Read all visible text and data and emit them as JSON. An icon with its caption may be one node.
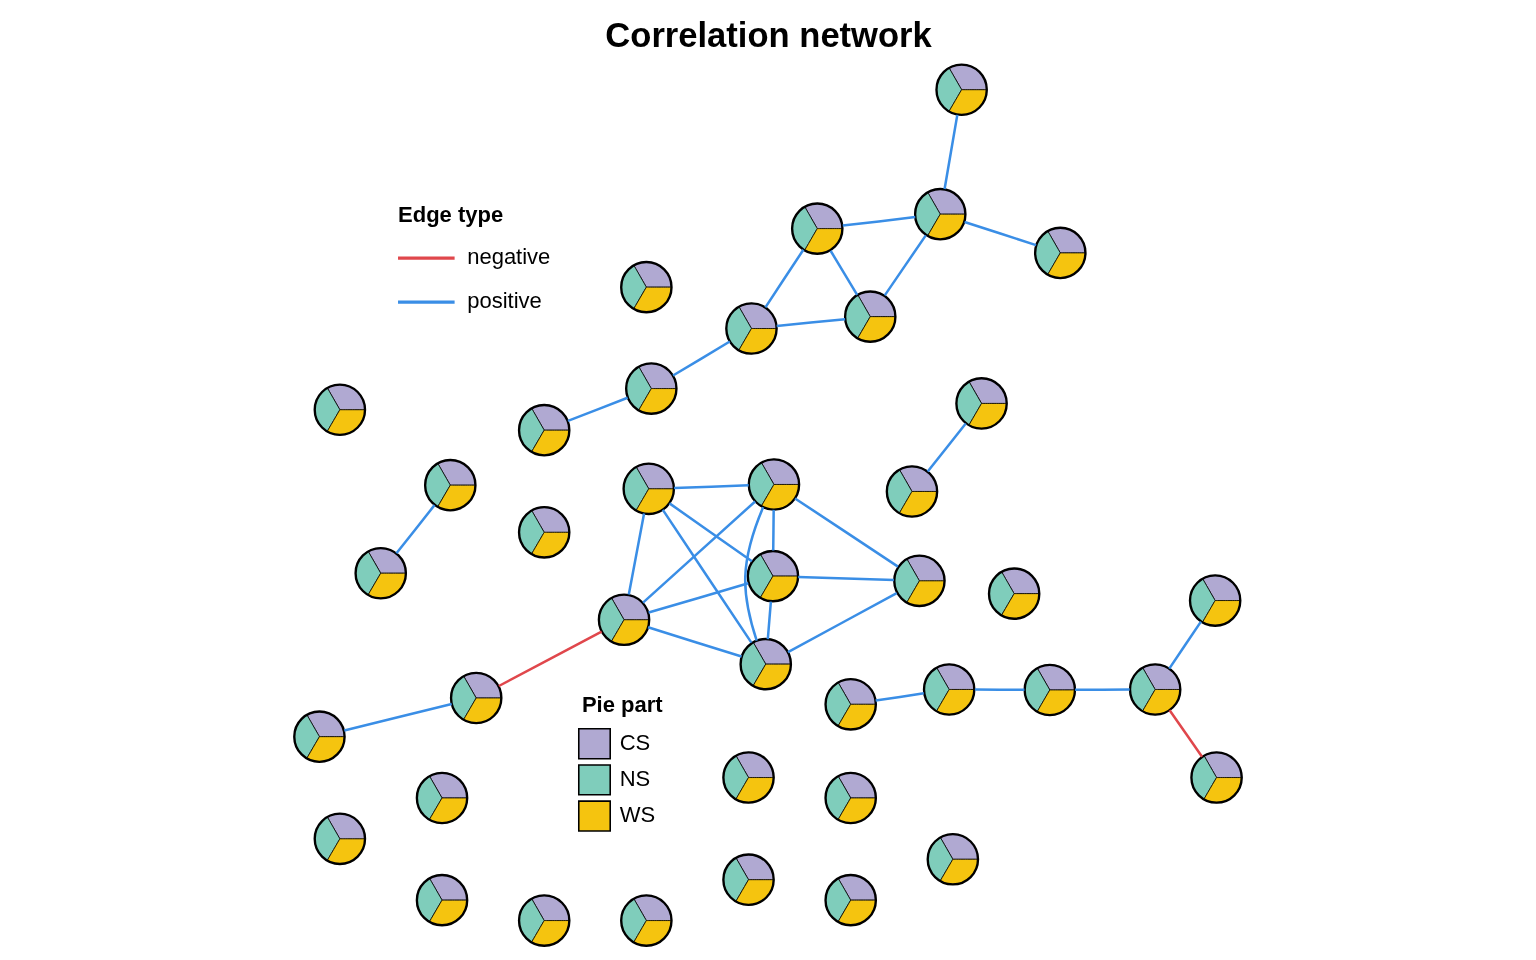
{
  "diagram": {
    "title": "Correlation network",
    "nodes": [
      {
        "text": [],
        "shape": "pie"
      },
      {
        "text": [],
        "shape": "pie"
      },
      {
        "text": [],
        "shape": "pie"
      },
      {
        "text": [],
        "shape": "pie"
      },
      {
        "text": [],
        "shape": "pie"
      },
      {
        "text": [],
        "shape": "pie"
      },
      {
        "text": [],
        "shape": "pie"
      },
      {
        "text": [],
        "shape": "pie"
      },
      {
        "text": [],
        "shape": "pie"
      },
      {
        "text": [],
        "shape": "pie"
      },
      {
        "text": [],
        "shape": "pie"
      },
      {
        "text": [],
        "shape": "pie"
      },
      {
        "text": [],
        "shape": "pie"
      },
      {
        "text": [],
        "shape": "pie"
      },
      {
        "text": [],
        "shape": "pie"
      },
      {
        "text": [],
        "shape": "pie"
      },
      {
        "text": [],
        "shape": "pie"
      },
      {
        "text": [],
        "shape": "pie"
      },
      {
        "text": [],
        "shape": "pie"
      },
      {
        "text": [],
        "shape": "pie"
      },
      {
        "text": [],
        "shape": "pie"
      },
      {
        "text": [],
        "shape": "pie"
      },
      {
        "text": [],
        "shape": "pie"
      },
      {
        "text": [],
        "shape": "pie"
      },
      {
        "text": [],
        "shape": "pie"
      },
      {
        "text": [],
        "shape": "pie"
      },
      {
        "text": [],
        "shape": "pie"
      },
      {
        "text": [],
        "shape": "pie"
      },
      {
        "text": [],
        "shape": "pie"
      },
      {
        "text": [],
        "shape": "pie"
      },
      {
        "text": [],
        "shape": "pie"
      },
      {
        "text": [],
        "shape": "pie"
      },
      {
        "text": [],
        "shape": "pie"
      },
      {
        "text": [],
        "shape": "pie"
      },
      {
        "text": [],
        "shape": "pie"
      },
      {
        "text": [],
        "shape": "pie"
      },
      {
        "text": [],
        "shape": "pie"
      },
      {
        "text": [],
        "shape": "pie"
      },
      {
        "text": [],
        "shape": "pie"
      },
      {
        "text": [],
        "shape": "pie"
      }
    ],
    "edges": [
      {
        "from": 0,
        "to": 3,
        "arrow": "none"
      },
      {
        "from": 0,
        "to": 4,
        "arrow": "none"
      },
      {
        "from": 0,
        "to": 10,
        "arrow": "none"
      },
      {
        "from": 3,
        "to": 4,
        "arrow": "none"
      },
      {
        "from": 3,
        "to": 6,
        "arrow": "none"
      },
      {
        "from": 3,
        "to": 10,
        "arrow": "none"
      },
      {
        "from": 5,
        "to": 3,
        "arrow": "none"
      },
      {
        "from": 5,
        "to": 4,
        "arrow": "none"
      },
      {
        "from": 5,
        "to": 6,
        "arrow": "none"
      },
      {
        "from": 5,
        "to": 10,
        "arrow": "none"
      },
      {
        "from": 4,
        "to": 6,
        "arrow": "none"
      },
      {
        "from": 4,
        "to": 10,
        "arrow": "none"
      },
      {
        "from": 6,
        "to": 10,
        "arrow": "none"
      },
      {
        "from": 5,
        "to": 7,
        "arrow": "none",
        "color": "#e0474c"
      },
      {
        "from": 7,
        "to": 11,
        "arrow": "none"
      },
      {
        "from": 15,
        "to": 18,
        "arrow": "none",
        "color": "#e0474c"
      },
      {
        "from": 12,
        "to": 18,
        "arrow": "none"
      },
      {
        "from": 18,
        "to": 22,
        "arrow": "none"
      },
      {
        "from": 22,
        "to": 26,
        "arrow": "none"
      },
      {
        "from": 26,
        "to": 29,
        "arrow": "none"
      },
      {
        "from": 20,
        "to": 24,
        "arrow": "none"
      },
      {
        "from": 25,
        "to": 28,
        "arrow": "none"
      },
      {
        "from": 39,
        "to": 36,
        "arrow": "none"
      },
      {
        "from": 36,
        "to": 37,
        "arrow": "none"
      },
      {
        "from": 37,
        "to": 32,
        "arrow": "none"
      },
      {
        "from": 37,
        "to": 38,
        "arrow": "none"
      },
      {
        "from": 32,
        "to": 38,
        "arrow": "none"
      },
      {
        "from": 32,
        "to": 33,
        "arrow": "none"
      },
      {
        "from": 38,
        "to": 33,
        "arrow": "none"
      },
      {
        "from": 33,
        "to": 30,
        "arrow": "none"
      },
      {
        "from": 33,
        "to": 35,
        "arrow": "none"
      }
    ],
    "labels": [
      "Pie part",
      "Edge type"
    ],
    "legend": [
      {
        "text": "CS",
        "color": "#b0a9d2"
      },
      {
        "text": "NS",
        "color": "#7fcdbb"
      },
      {
        "text": "WS",
        "color": "#f5c40f"
      },
      {
        "text": "negative"
      },
      {
        "text": "positive"
      }
    ]
  }
}
